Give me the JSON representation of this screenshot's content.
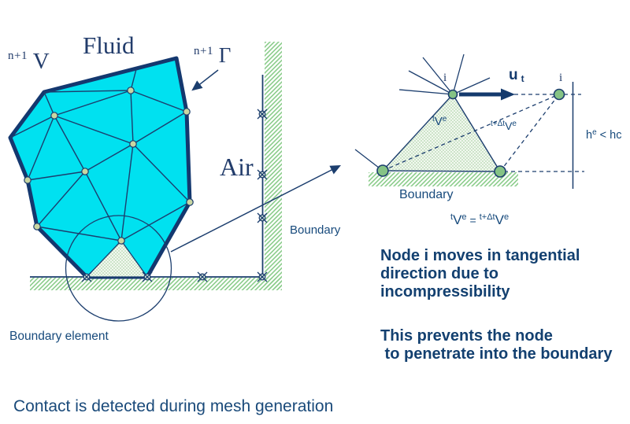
{
  "slide": {
    "left_diagram": {
      "fluid_label": "Fluid",
      "volume_sup": "n+1",
      "volume_base": "V",
      "gamma_sup": "n+1",
      "gamma_base": "Γ",
      "air_label": "Air",
      "boundary_label": "Boundary",
      "boundary_element_label": "Boundary element"
    },
    "detail_diagram": {
      "node_i_old": "i",
      "node_i_new": "i",
      "velocity_base": "u",
      "velocity_sub": "t",
      "vol_old_sup": "t",
      "vol_old_base": "V",
      "vol_old_exp": "e",
      "vol_new_sup": "t+Δt",
      "vol_new_base": "V",
      "vol_new_exp": "e",
      "height_base": "h",
      "height_exp": "e",
      "height_rest": " < hc",
      "boundary_label": "Boundary",
      "equation": {
        "lhs_sup": "t",
        "lhs_base": "V",
        "lhs_exp": "e",
        "equals": "=",
        "rhs_sup": "t+Δt",
        "rhs_base": "V",
        "rhs_exp": "e"
      }
    },
    "notes": {
      "note1": [
        "Node i moves in tangential",
        "direction due to",
        "incompressibility"
      ],
      "note2": [
        "This prevents the node",
        " to penetrate into the boundary"
      ]
    },
    "footer": "Contact is detected during mesh generation",
    "colors": {
      "navy_stroke": "#1c3e6e",
      "text_navy": "#174a7c",
      "fluid_cyan": "#00e1f0",
      "hatch_green": "#8bcc8b",
      "mesh_node_fill": "#c9d6a2",
      "detail_node_fill": "#85c385"
    }
  }
}
